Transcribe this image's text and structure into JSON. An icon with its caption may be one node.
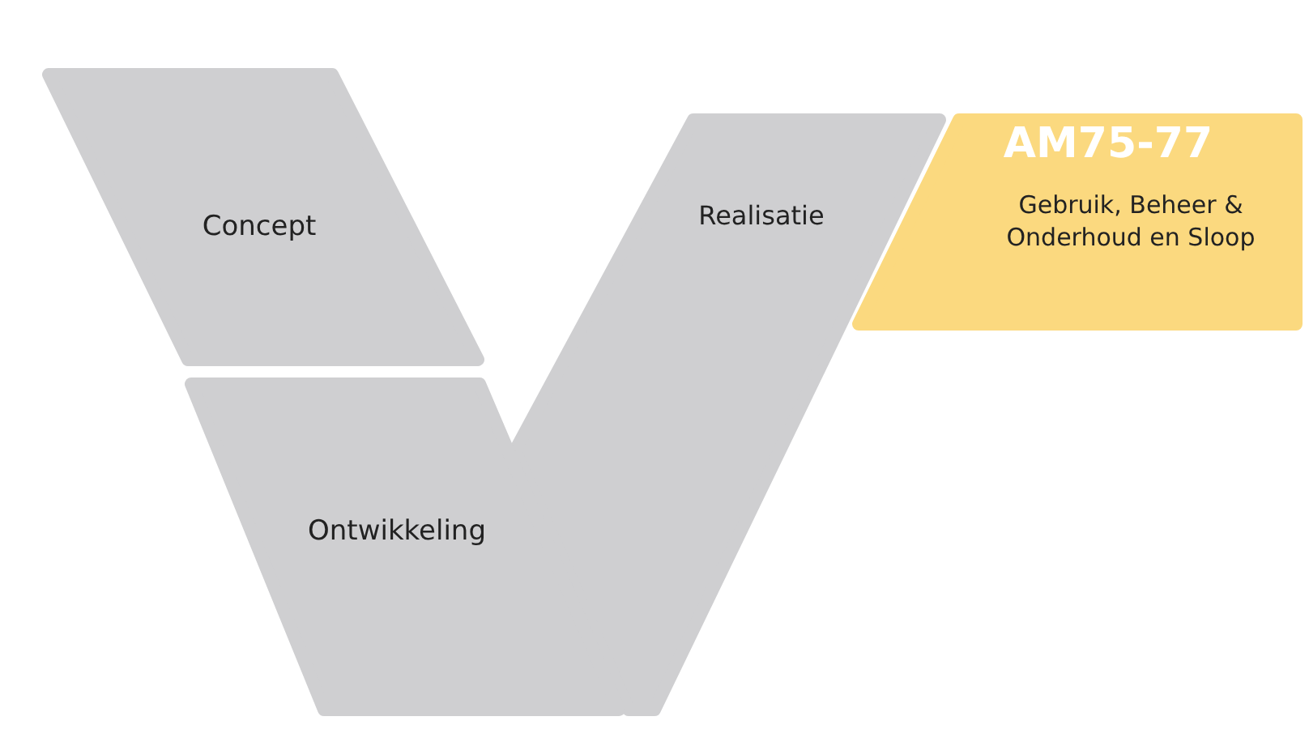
{
  "diagram": {
    "nodes": [
      {
        "text": [
          "Concept"
        ]
      },
      {
        "text": [
          "Ontwikkeling"
        ]
      },
      {
        "text": [
          "Realisatie"
        ]
      },
      {
        "text": [
          "AM75-77",
          "Gebruik, Beheer & Onderhoud en Sloop"
        ]
      }
    ]
  }
}
